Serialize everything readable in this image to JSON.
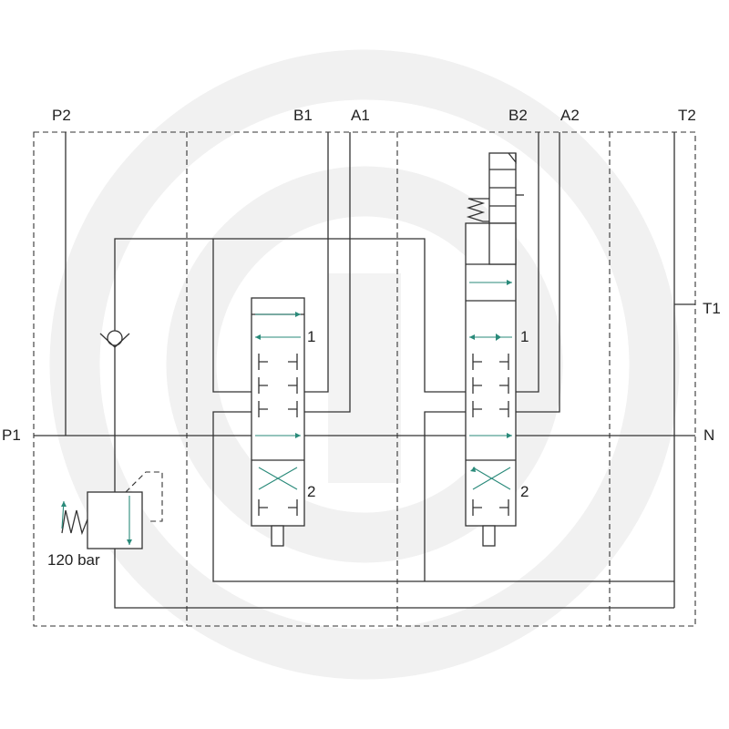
{
  "ports": {
    "p2": "P2",
    "b1": "B1",
    "a1": "A1",
    "b2": "B2",
    "a2": "A2",
    "t2": "T2",
    "t1": "T1",
    "p1": "P1",
    "n": "N"
  },
  "valve1": {
    "pos1": "1",
    "pos2": "2"
  },
  "valve2": {
    "pos1": "1",
    "pos2": "2"
  },
  "relief_valve": {
    "setting": "120 bar"
  },
  "colors": {
    "line": "#333333",
    "flow_arrow": "#2a8a7a",
    "watermark": "#f1f1f1"
  },
  "icons": [
    "check-valve-icon",
    "spring-icon",
    "detent-icon",
    "pressure-relief-valve-icon",
    "watermark-logo-icon"
  ]
}
